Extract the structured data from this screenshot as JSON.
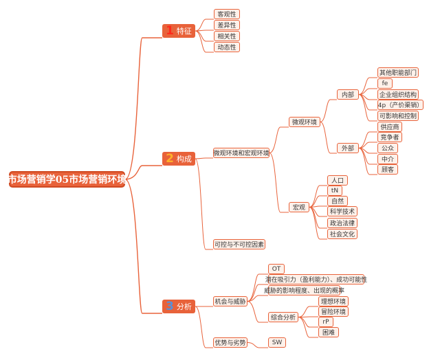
{
  "root": "市场营销学05市场营销环境",
  "branches": {
    "b1": {
      "num": "1",
      "label": "特征"
    },
    "b2": {
      "num": "2",
      "label": "构成"
    },
    "b3": {
      "num": "3",
      "label": "分析"
    }
  },
  "nodes": {
    "t1": "客观性",
    "t2": "差异性",
    "t3": "相关性",
    "t4": "动态性",
    "micromacro": "微观环境和宏观环境",
    "micro": "微观环境",
    "inner": "内部",
    "i1": "其他职能部门",
    "i2": "fe",
    "i3": "企业组织结构",
    "i4": "4p（产价渠销）",
    "i5": "可影响和控制",
    "outer": "外部",
    "o1": "供应商",
    "o2": "竞争者",
    "o3": "公众",
    "o4": "中介",
    "o5": "顾客",
    "macro": "宏观",
    "m1": "人口",
    "m2": "tN",
    "m3": "自然",
    "m4": "科学技术",
    "m5": "政治法律",
    "m6": "社会文化",
    "ctrl": "可控与不可控因素",
    "opp": "机会与威胁",
    "ot": "OT",
    "p1": "潜在吸引力（盈利能力）、成功可能性",
    "p2": "威胁的影响程度、出现的概率",
    "comp": "综合分析",
    "c1": "理想环境",
    "c2": "冒险环境",
    "c3": "rP",
    "c4": "困难",
    "sw": "优势与劣势",
    "swl": "SW"
  },
  "colors": {
    "accent": "#e8623a",
    "line": "#e8623a",
    "leafFill": "#fdf1ea"
  }
}
